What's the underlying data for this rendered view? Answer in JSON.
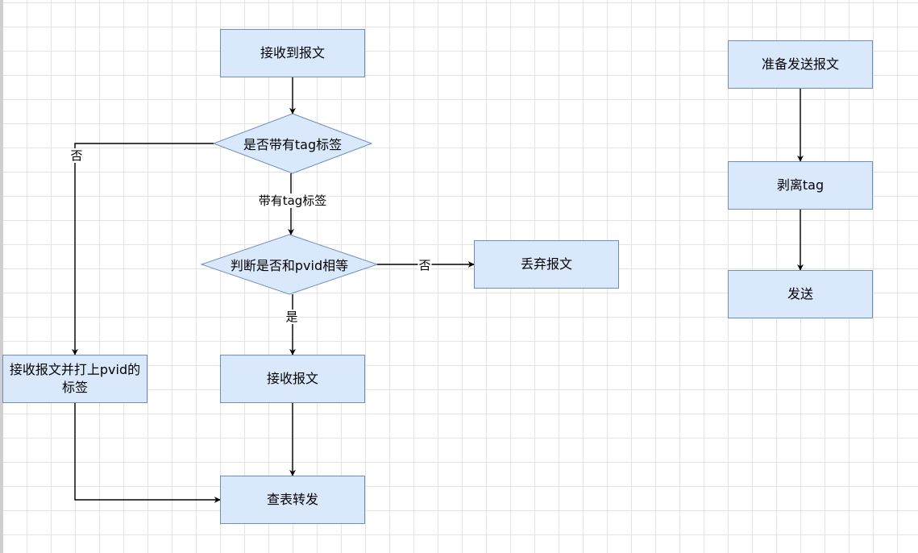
{
  "colors": {
    "node_fill": "#dae8fc",
    "node_stroke": "#6c8ebf",
    "edge": "#000000",
    "grid": "#e3e3e3"
  },
  "nodes": {
    "receive": "接收到报文",
    "has_tag": "是否带有tag标签",
    "pvid_equal": "判断是否和pvid相等",
    "discard": "丢弃报文",
    "accept": "接收报文",
    "tag_pvid": "接收报文并打上pvid的标签",
    "lookup": "查表转发",
    "prepare_send": "准备发送报文",
    "strip_tag": "剥离tag",
    "send": "发送"
  },
  "edges": {
    "has_tag_yes": "带有tag标签",
    "has_tag_no": "否",
    "pvid_no": "否",
    "pvid_yes": "是"
  }
}
